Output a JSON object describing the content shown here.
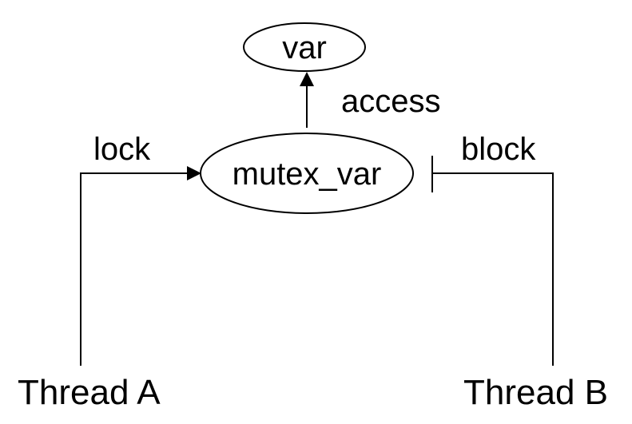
{
  "nodes": {
    "var": "var",
    "mutex": "mutex_var",
    "thread_a": "Thread A",
    "thread_b": "Thread B"
  },
  "edges": {
    "access": "access",
    "lock": "lock",
    "block": "block"
  },
  "colors": {
    "stroke": "#000000",
    "background": "#ffffff"
  }
}
